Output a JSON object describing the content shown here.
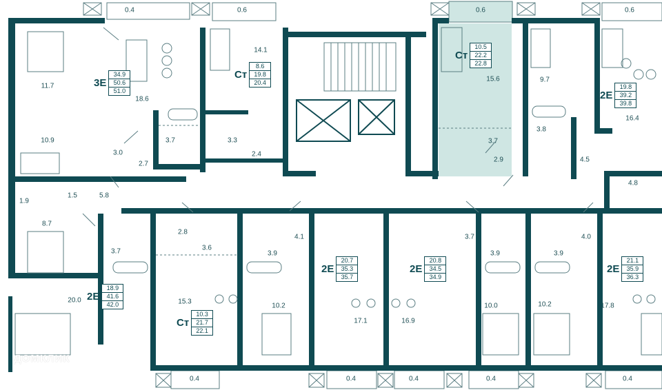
{
  "watermark": "ДОМКЛИК",
  "colors": {
    "wall": "#0f4a52",
    "highlight": "#cfe6e3",
    "line": "#5a7d82"
  },
  "balconies": [
    "0.4",
    "0.6",
    "0.6",
    "0.6",
    "0.4",
    "0.4",
    "0.4",
    "0.4",
    "0.4"
  ],
  "rooms": [
    "11.7",
    "18.6",
    "10.9",
    "3.0",
    "2.7",
    "3.7",
    "14.1",
    "3.3",
    "2.4",
    "15.6",
    "3.7",
    "2.9",
    "9.7",
    "3.8",
    "4.5",
    "16.4",
    "4.8",
    "1.9",
    "1.5",
    "5.8",
    "8.7",
    "3.7",
    "2.8",
    "3.6",
    "3.9",
    "4.1",
    "3.7",
    "3.9",
    "3.9",
    "4.0",
    "20.0",
    "15.3",
    "10.2",
    "17.1",
    "16.9",
    "10.0",
    "10.2",
    "17.8"
  ],
  "apartments": [
    {
      "type": "3Е",
      "areas": [
        "34.9",
        "50.6",
        "51.0"
      ]
    },
    {
      "type": "Ст",
      "areas": [
        "8.6",
        "19.8",
        "20.4"
      ]
    },
    {
      "type": "Ст",
      "areas": [
        "10.5",
        "22.2",
        "22.8"
      ]
    },
    {
      "type": "2Е",
      "areas": [
        "19.8",
        "39.2",
        "39.8"
      ]
    },
    {
      "type": "2Е",
      "areas": [
        "18.9",
        "41.6",
        "42.0"
      ]
    },
    {
      "type": "Ст",
      "areas": [
        "10.3",
        "21.7",
        "22.1"
      ]
    },
    {
      "type": "2Е",
      "areas": [
        "20.7",
        "35.3",
        "35.7"
      ]
    },
    {
      "type": "2Е",
      "areas": [
        "20.8",
        "34.5",
        "34.9"
      ]
    },
    {
      "type": "2Е",
      "areas": [
        "21.1",
        "35.9",
        "36.3"
      ]
    }
  ]
}
